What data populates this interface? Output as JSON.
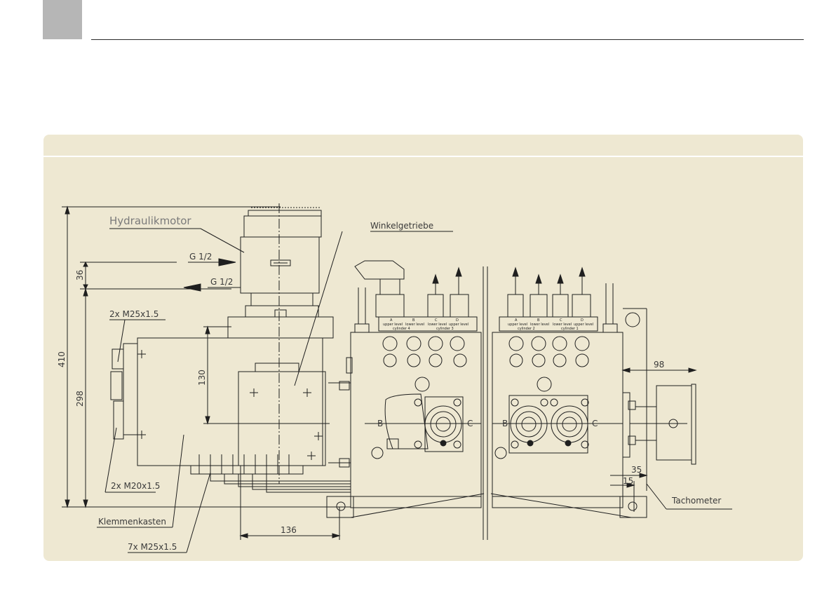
{
  "colors": {
    "panel_bg": "#eee8d2",
    "corner_block": "#b6b6b6",
    "line": "#1f1f1f",
    "label": "#3a3a3a",
    "title_label": "#7a7a7a"
  },
  "callouts": {
    "hydraulikmotor": "Hydraulikmotor",
    "winkelgetriebe": "Winkelgetriebe",
    "g12_top": "G 1/2",
    "g12_bottom": "G 1/2",
    "m25_top": "2x M25x1.5",
    "m20": "2x M20x1.5",
    "klemmenkasten": "Klemmenkasten",
    "m25_bottom": "7x M25x1.5",
    "tachometer": "Tachometer"
  },
  "dimensions": {
    "d410": "410",
    "d298": "298",
    "d36": "36",
    "d130": "130",
    "d136": "136",
    "d98": "98",
    "d35": "35",
    "d15": "15"
  },
  "valve_blocks": {
    "left": {
      "ports": [
        "A",
        "B",
        "C",
        "D"
      ],
      "levels": [
        "upper level",
        "lower level",
        "lower level",
        "upper level"
      ],
      "cylinders": [
        "cylinder 4",
        "cylinder 3"
      ]
    },
    "right": {
      "ports": [
        "A",
        "B",
        "C",
        "D"
      ],
      "levels": [
        "upper level",
        "lower level",
        "lower level",
        "upper level"
      ],
      "cylinders": [
        "cylinder 2",
        "cylinder 1"
      ]
    },
    "side_left": "B",
    "side_right": "C",
    "side_left_2": "B",
    "side_right_2": "C"
  }
}
